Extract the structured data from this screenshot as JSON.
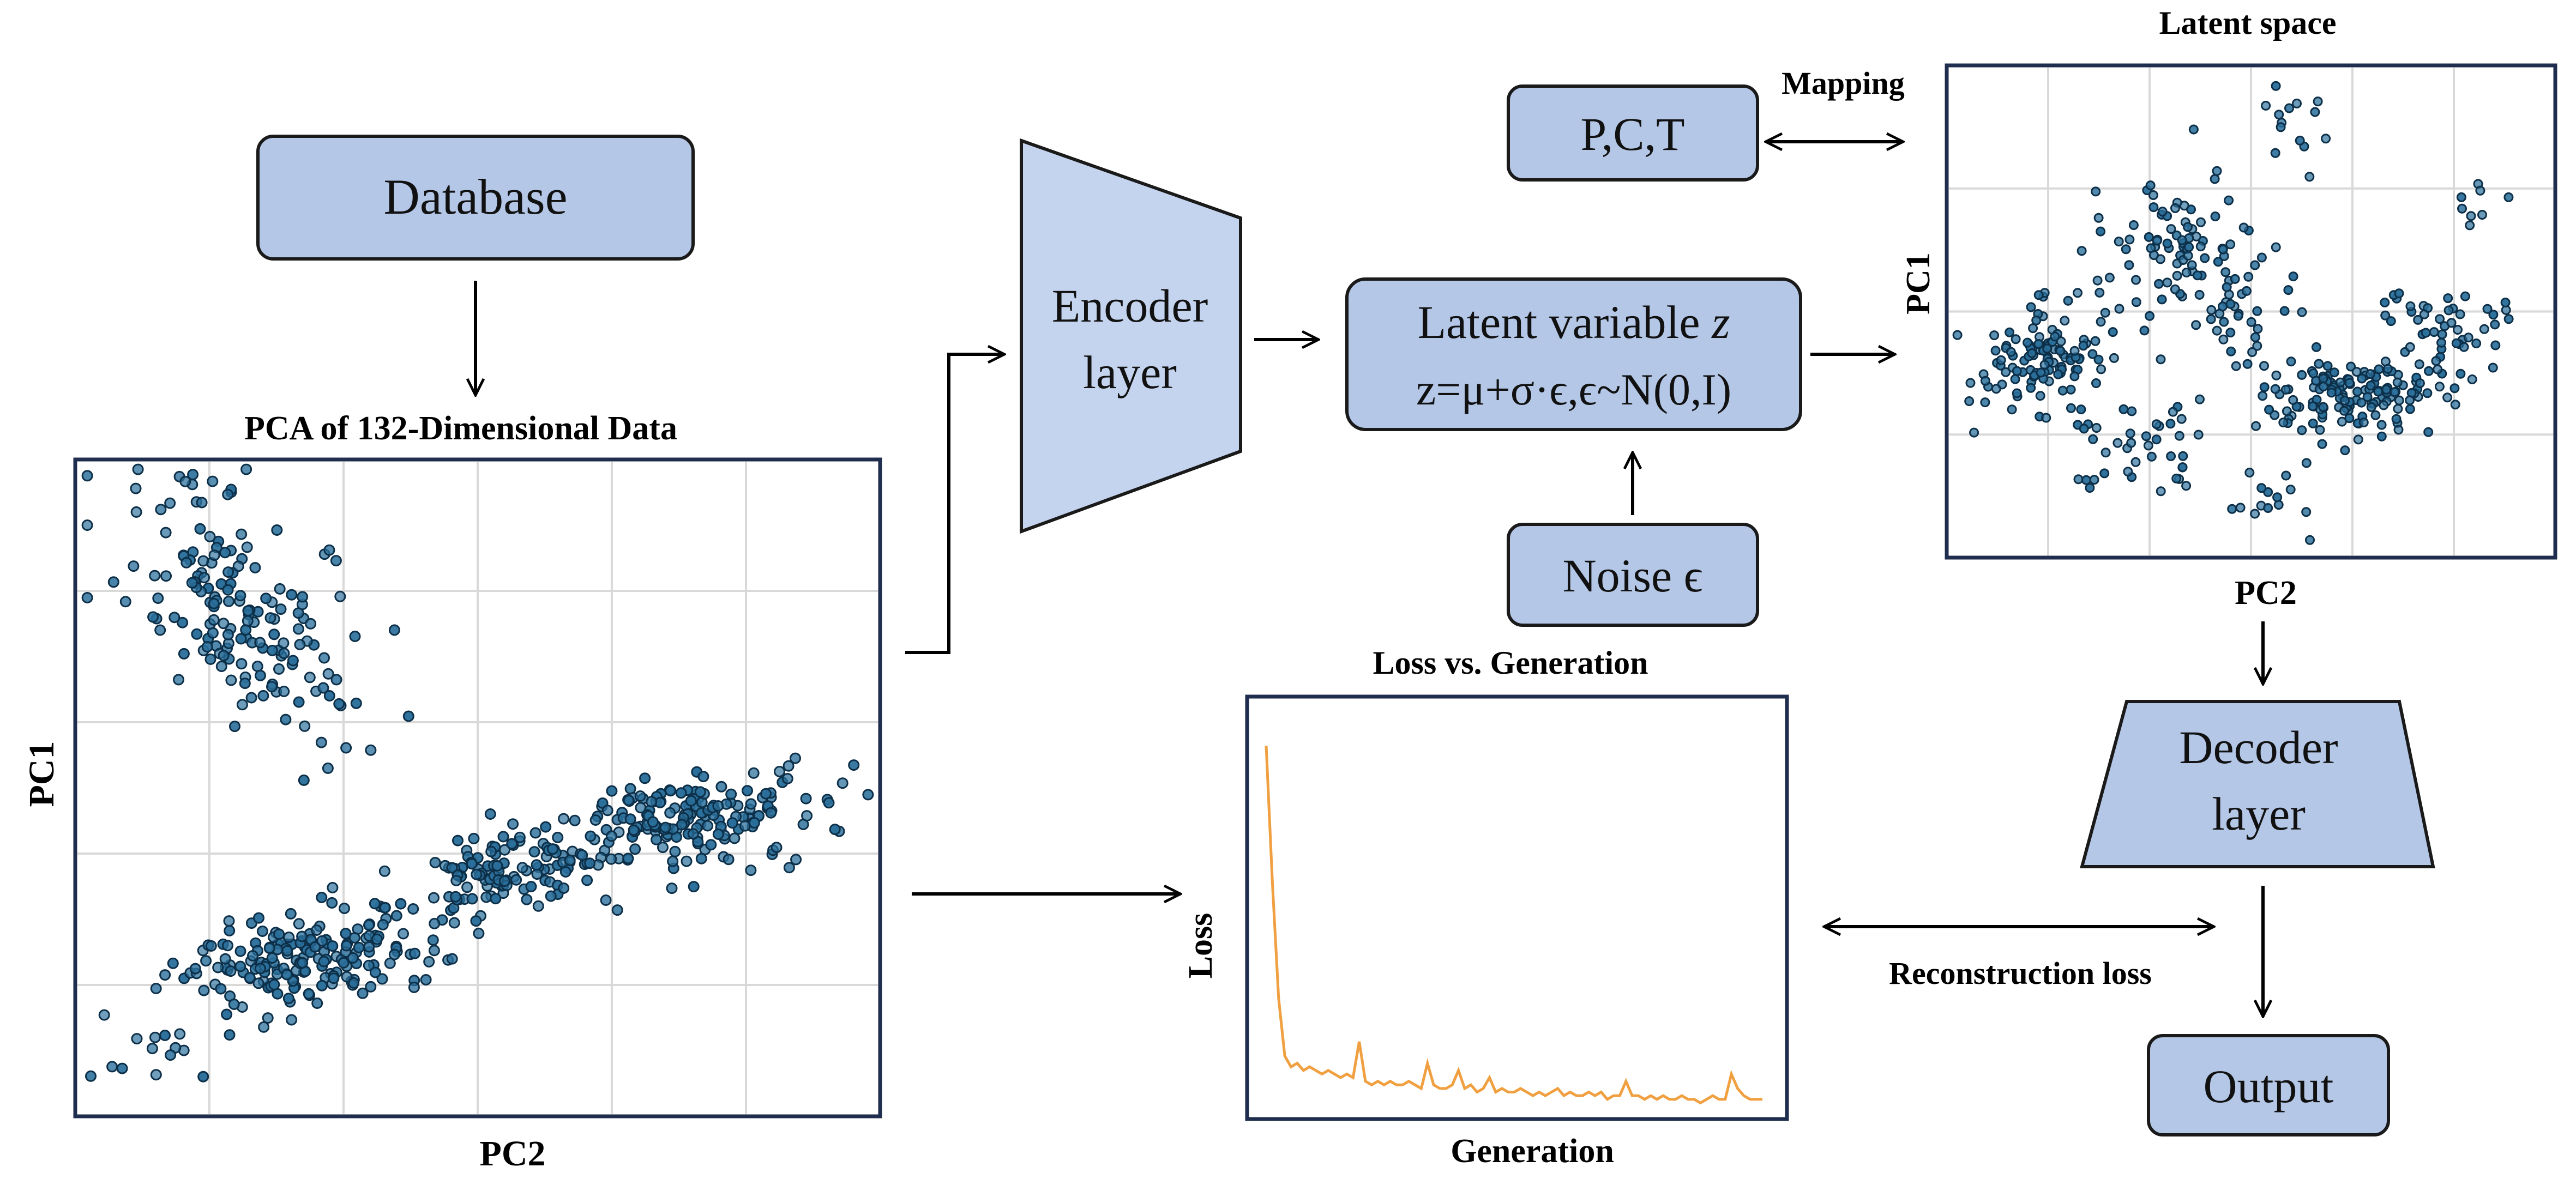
{
  "boxes": {
    "database": "Database",
    "encoder_line1": "Encoder",
    "encoder_line2": "layer",
    "pct": "P,C,T",
    "latent_line1": "Latent variable ",
    "latent_z": "z",
    "latent_line2": "z=μ+σ·ϵ,ϵ~N(0,I)",
    "noise": "Noise ϵ",
    "decoder_line1": "Decoder",
    "decoder_line2": "layer",
    "output": "Output"
  },
  "labels": {
    "mapping": "Mapping",
    "reconstruction_loss": "Reconstruction loss"
  },
  "colors": {
    "box_fill": "#b4c7e7",
    "encoder_fill": "#c5d4ee",
    "frame": "#1f2d4e",
    "point_fill": "#2a6f9b",
    "point_stroke": "#0d2f48",
    "loss_line": "#f0a040",
    "grid": "#d9d9d9"
  },
  "chart_data": [
    {
      "type": "scatter",
      "title": "PCA of 132-Dimensional Data",
      "xlabel": "PC2",
      "ylabel": "PC1",
      "xlim": [
        0,
        10
      ],
      "ylim": [
        0,
        10
      ],
      "grid": true,
      "clusters": [
        {
          "cx": 2.0,
          "cy": 7.7,
          "sx": 0.55,
          "sy": 1.1,
          "n": 170,
          "rot": 0.5
        },
        {
          "cx": 2.5,
          "cy": 2.3,
          "sx": 0.65,
          "sy": 0.35,
          "n": 150,
          "rot": 0.1
        },
        {
          "cx": 5.2,
          "cy": 3.7,
          "sx": 0.7,
          "sy": 0.28,
          "n": 120,
          "rot": 0.25
        },
        {
          "cx": 7.5,
          "cy": 4.5,
          "sx": 0.9,
          "sy": 0.35,
          "n": 190,
          "rot": 0.2
        },
        {
          "cx": 3.8,
          "cy": 2.6,
          "sx": 0.5,
          "sy": 0.4,
          "n": 40,
          "rot": 0.0
        },
        {
          "cx": 1.0,
          "cy": 0.9,
          "sx": 0.5,
          "sy": 0.25,
          "n": 14,
          "rot": 0.4
        }
      ]
    },
    {
      "type": "line",
      "title": "Loss vs. Generation",
      "xlabel": "Generation",
      "ylabel": "Loss",
      "x": [
        0,
        1,
        2,
        3,
        4,
        5,
        6,
        7,
        8,
        9,
        10,
        11,
        12,
        13,
        14,
        15,
        16,
        17,
        18,
        19,
        20,
        21,
        22,
        23,
        24,
        25,
        26,
        27,
        28,
        29,
        30,
        31,
        32,
        33,
        34,
        35,
        36,
        37,
        38,
        39,
        40,
        41,
        42,
        43,
        44,
        45,
        46,
        47,
        48,
        49,
        50,
        51,
        52,
        53,
        54,
        55,
        56,
        57,
        58,
        59,
        60,
        61,
        62,
        63,
        64,
        65,
        66,
        67,
        68,
        69,
        70,
        71,
        72,
        73,
        74,
        75,
        76,
        77,
        78,
        79,
        80
      ],
      "y": [
        1.0,
        0.62,
        0.3,
        0.14,
        0.11,
        0.12,
        0.1,
        0.11,
        0.1,
        0.09,
        0.1,
        0.09,
        0.08,
        0.09,
        0.08,
        0.18,
        0.07,
        0.06,
        0.07,
        0.06,
        0.07,
        0.06,
        0.06,
        0.07,
        0.06,
        0.05,
        0.12,
        0.06,
        0.05,
        0.05,
        0.06,
        0.1,
        0.05,
        0.06,
        0.04,
        0.05,
        0.08,
        0.04,
        0.05,
        0.04,
        0.04,
        0.05,
        0.04,
        0.03,
        0.04,
        0.03,
        0.04,
        0.05,
        0.03,
        0.04,
        0.03,
        0.03,
        0.04,
        0.03,
        0.04,
        0.02,
        0.03,
        0.03,
        0.07,
        0.03,
        0.03,
        0.02,
        0.03,
        0.02,
        0.03,
        0.02,
        0.02,
        0.03,
        0.02,
        0.02,
        0.01,
        0.02,
        0.03,
        0.02,
        0.02,
        0.09,
        0.05,
        0.03,
        0.02,
        0.02,
        0.02
      ],
      "ylim": [
        0,
        1.05
      ],
      "grid": false
    },
    {
      "type": "scatter",
      "title": "Latent space",
      "xlabel": "PC2",
      "ylabel": "PC1",
      "xlim": [
        0,
        10
      ],
      "ylim": [
        0,
        10
      ],
      "grid": true,
      "clusters": [
        {
          "cx": 1.6,
          "cy": 4.1,
          "sx": 0.45,
          "sy": 0.6,
          "n": 120,
          "rot": -0.6
        },
        {
          "cx": 6.8,
          "cy": 3.3,
          "sx": 0.9,
          "sy": 0.4,
          "n": 160,
          "rot": 0.2
        },
        {
          "cx": 4.6,
          "cy": 5.6,
          "sx": 0.6,
          "sy": 0.9,
          "n": 70,
          "rot": 0.3
        },
        {
          "cx": 3.6,
          "cy": 6.6,
          "sx": 0.5,
          "sy": 0.6,
          "n": 50,
          "rot": 0.1
        },
        {
          "cx": 3.0,
          "cy": 2.2,
          "sx": 0.6,
          "sy": 0.5,
          "n": 40,
          "rot": 0.0
        },
        {
          "cx": 5.8,
          "cy": 8.8,
          "sx": 0.3,
          "sy": 0.4,
          "n": 14,
          "rot": 0.0
        },
        {
          "cx": 8.3,
          "cy": 4.8,
          "sx": 0.6,
          "sy": 0.3,
          "n": 40,
          "rot": 0.0
        },
        {
          "cx": 5.3,
          "cy": 1.0,
          "sx": 0.4,
          "sy": 0.3,
          "n": 14,
          "rot": 0.0
        },
        {
          "cx": 8.6,
          "cy": 7.0,
          "sx": 0.3,
          "sy": 0.3,
          "n": 8,
          "rot": 0.0
        }
      ]
    }
  ]
}
